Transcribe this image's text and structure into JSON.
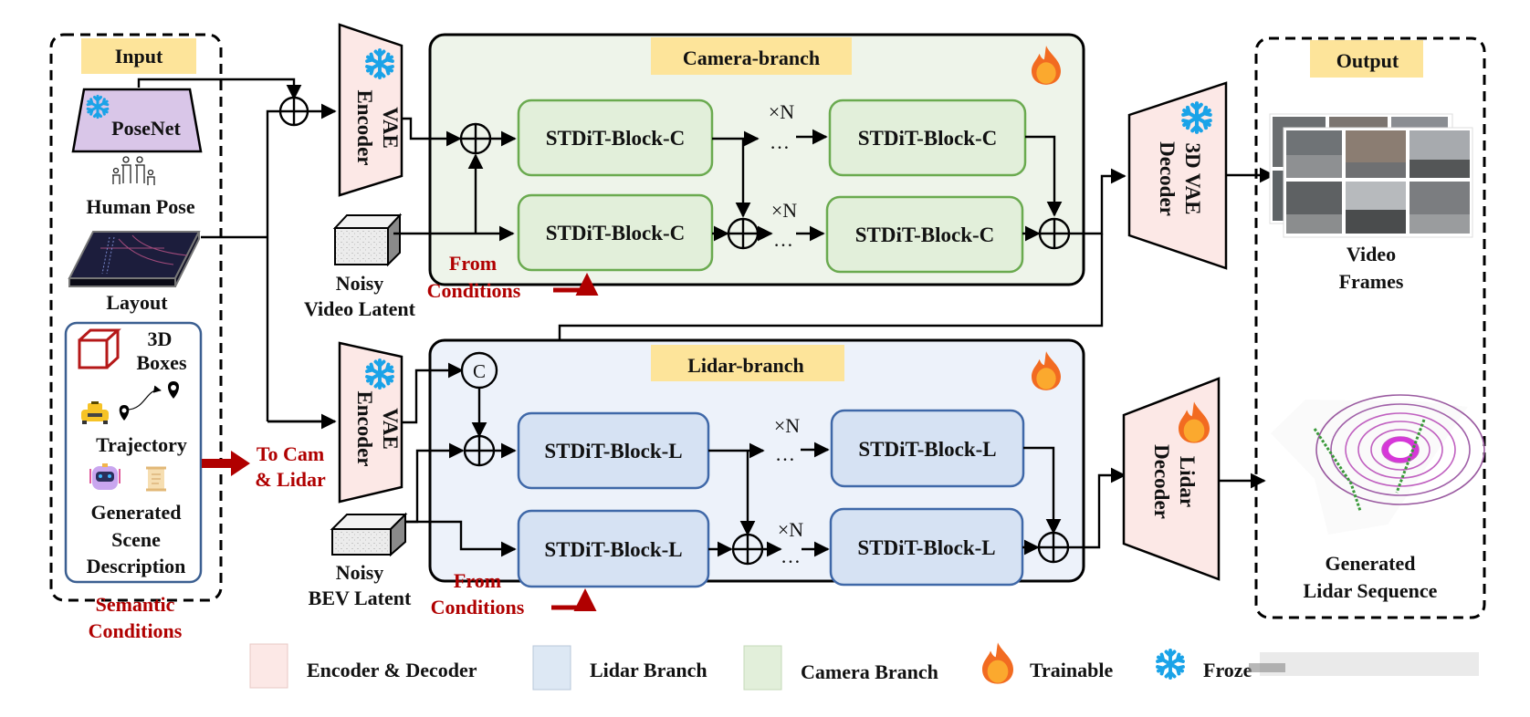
{
  "input": {
    "title": "Input",
    "posenet": "PoseNet",
    "human_pose": "Human Pose",
    "layout": "Layout",
    "boxes_line1": "3D",
    "boxes_line2": "Boxes",
    "trajectory": "Trajectory",
    "scene_line1": "Generated",
    "scene_line2": "Scene",
    "scene_line3": "Description",
    "semantic_line1": "Semantic",
    "semantic_line2": "Conditions",
    "to_line1": "To Cam",
    "to_line2": "& Lidar"
  },
  "encoders": {
    "vae_line1": "VAE",
    "vae_line2": "Encoder",
    "noisy_video_line1": "Noisy",
    "noisy_video_line2": "Video Latent",
    "noisy_bev_line1": "Noisy",
    "noisy_bev_line2": "BEV Latent"
  },
  "camera_branch": {
    "title": "Camera-branch",
    "block": "STDiT-Block-C",
    "repeat": "×N",
    "ellipsis": "…",
    "from_line1": "From",
    "from_line2": "Conditions"
  },
  "lidar_branch": {
    "title": "Lidar-branch",
    "block": "STDiT-Block-L",
    "repeat": "×N",
    "ellipsis": "…",
    "concat": "C",
    "from_line1": "From",
    "from_line2": "Conditions"
  },
  "decoders": {
    "video_line1": "3D VAE",
    "video_line2": "Decoder",
    "lidar_line1": "Lidar",
    "lidar_line2": "Decoder"
  },
  "output": {
    "title": "Output",
    "video_line1": "Video",
    "video_line2": "Frames",
    "lidar_line1": "Generated",
    "lidar_line2": "Lidar Sequence"
  },
  "legend": {
    "items": [
      {
        "label": "Encoder & Decoder",
        "color": "#fce8e6"
      },
      {
        "label": "Lidar Branch",
        "color": "#dde8f4"
      },
      {
        "label": "Camera Branch",
        "color": "#e2efda"
      },
      {
        "label": "Trainable",
        "icon": "flame-icon"
      },
      {
        "label": "Froze",
        "icon": "snowflake-icon"
      }
    ]
  },
  "colors": {
    "label_bg": "#fde49a",
    "camera_bg": "#eef4ea",
    "camera_block": "#e2efda",
    "camera_border": "#6aaa4f",
    "lidar_bg": "#edf2fa",
    "lidar_block": "#d6e2f3",
    "lidar_border": "#3f68a8",
    "codec_fill": "#fce8e6",
    "posenet_fill": "#d9c6e8",
    "accent_red": "#b00000",
    "snow": "#1aa3e8",
    "flame_outer": "#f26b21",
    "flame_inner": "#fba92e"
  }
}
